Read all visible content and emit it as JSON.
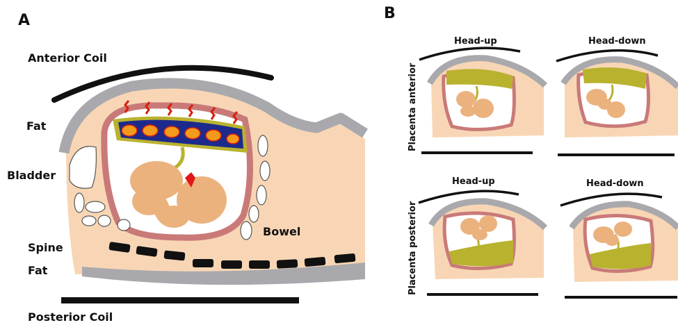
{
  "panel_a": {
    "letter": "A",
    "labels": {
      "anterior_coil": "Anterior Coil",
      "fat_top": "Fat",
      "bladder": "Bladder",
      "bowel": "Bowel",
      "spine": "Spine",
      "fat_bottom": "Fat",
      "posterior_coil": "Posterior Coil"
    }
  },
  "panel_b": {
    "letter": "B",
    "row_labels": {
      "anterior": "Placenta anterior",
      "posterior": "Placenta posterior"
    },
    "col_labels": {
      "head_up_top": "Head-up",
      "head_down_top": "Head-down",
      "head_up_bottom": "Head-up",
      "head_down_bottom": "Head-down"
    }
  },
  "colors": {
    "skin": "#f8d6b5",
    "outline_grey": "#a9a9ad",
    "uterus": "#c97a78",
    "placenta": "#b9b22f",
    "fetus": "#ebb27e",
    "coil": "#111111",
    "vessel_blue": "#1c2a8c",
    "vessel_red": "#d61f10",
    "vessel_orange": "#f39a1c"
  }
}
